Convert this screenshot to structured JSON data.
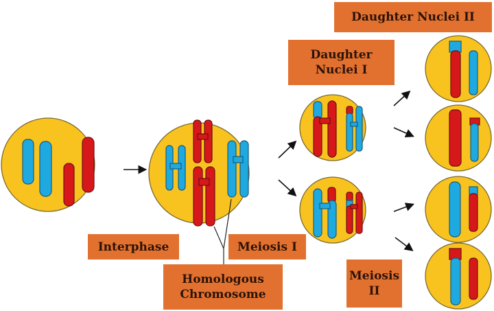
{
  "labels": {
    "interphase": "Interphase",
    "meiosis_1": "Meiosis I",
    "homologous": "Homologous Chromosome",
    "daughter_nuclei_1": "Daughter Nuclei I",
    "daughter_nuclei_2": "Daughter Nuclei II",
    "meiosis_2": "Meiosis II"
  },
  "colors": {
    "cell": "#F9C31F",
    "maternal": "#D7181B",
    "paternal": "#1EA9E1",
    "label_bg": "#E2712F"
  }
}
